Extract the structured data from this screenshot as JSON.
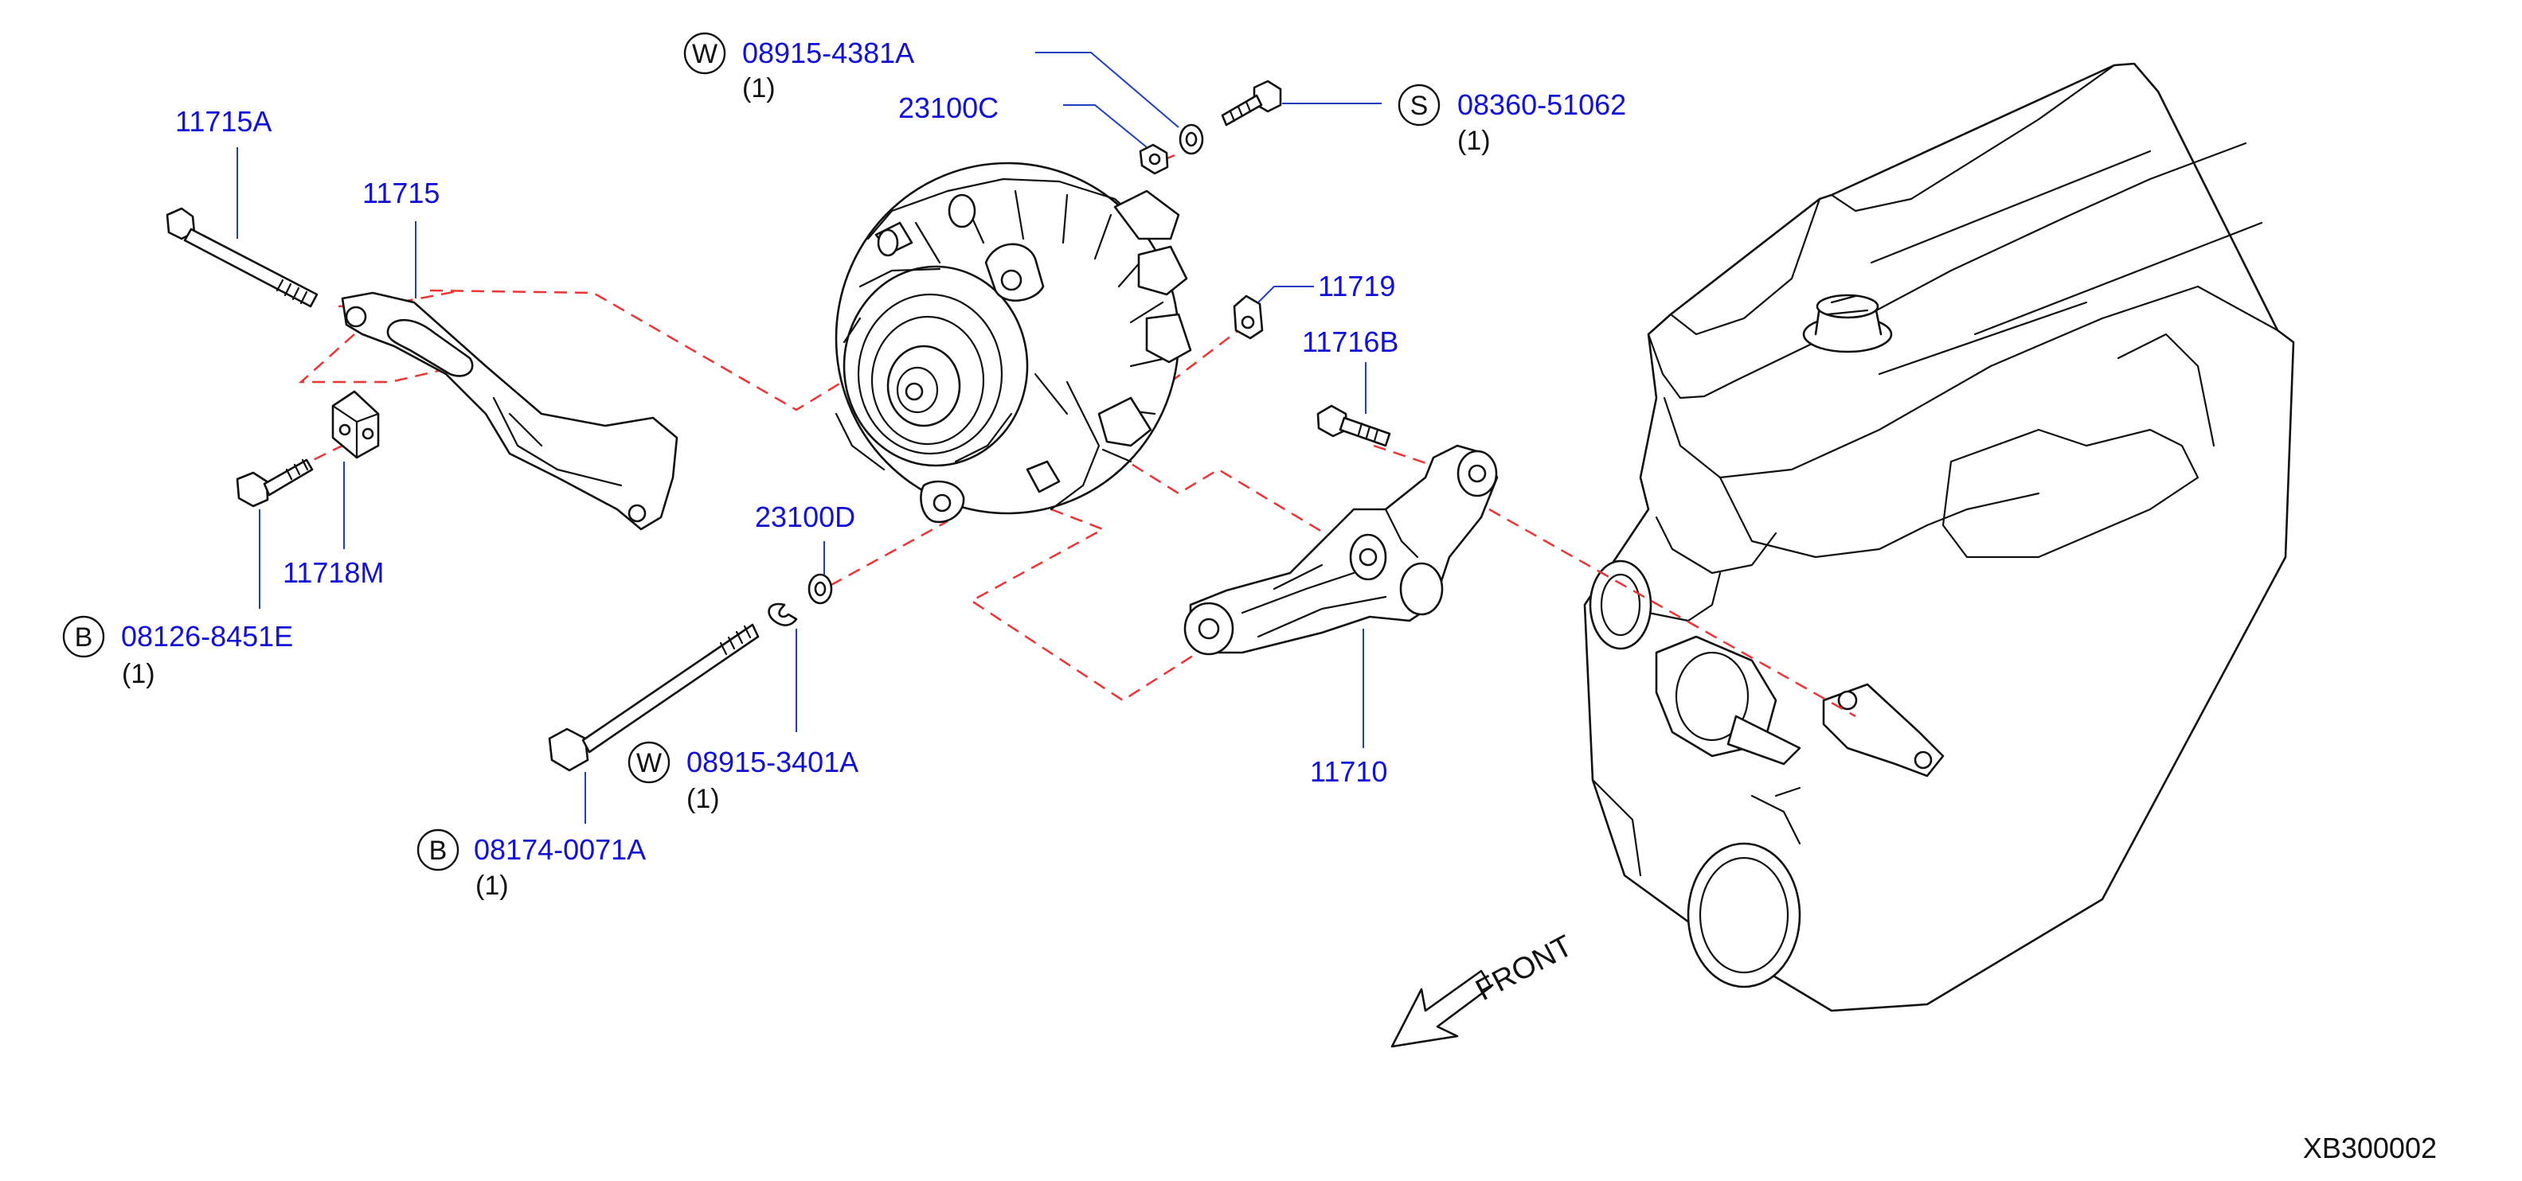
{
  "diagram_id": "XB300002",
  "front_label": "FRONT",
  "callouts": [
    {
      "id": "c1",
      "number": "11715A",
      "badge": "",
      "qty": ""
    },
    {
      "id": "c2",
      "number": "11715",
      "badge": "",
      "qty": ""
    },
    {
      "id": "c3",
      "number": "11718M",
      "badge": "",
      "qty": ""
    },
    {
      "id": "c4",
      "number": "08126-8451E",
      "badge": "B",
      "qty": "(1)"
    },
    {
      "id": "c5",
      "number": "08915-4381A",
      "badge": "W",
      "qty": "(1)"
    },
    {
      "id": "c6",
      "number": "23100C",
      "badge": "",
      "qty": ""
    },
    {
      "id": "c7",
      "number": "08360-51062",
      "badge": "S",
      "qty": "(1)"
    },
    {
      "id": "c8",
      "number": "11719",
      "badge": "",
      "qty": ""
    },
    {
      "id": "c9",
      "number": "11716B",
      "badge": "",
      "qty": ""
    },
    {
      "id": "c10",
      "number": "23100D",
      "badge": "",
      "qty": ""
    },
    {
      "id": "c11",
      "number": "08915-3401A",
      "badge": "W",
      "qty": "(1)"
    },
    {
      "id": "c12",
      "number": "08174-0071A",
      "badge": "B",
      "qty": "(1)"
    },
    {
      "id": "c13",
      "number": "11710",
      "badge": "",
      "qty": ""
    }
  ]
}
